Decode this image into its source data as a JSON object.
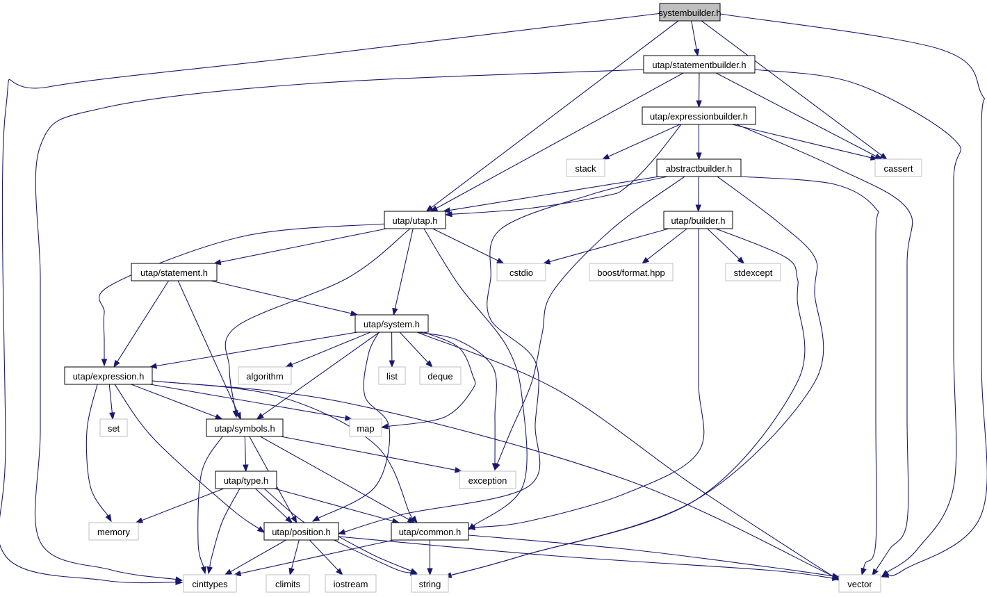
{
  "colors": {
    "edge": "#191970",
    "root_fill": "#bfbfbf",
    "local_border": "#000000",
    "external_border": "#bfbfbf"
  },
  "nodes": [
    {
      "id": "systembuilder",
      "label": "systembuilder.h",
      "kind": "root"
    },
    {
      "id": "statementbuilder",
      "label": "utap/statementbuilder.h",
      "kind": "local"
    },
    {
      "id": "expressionbuilder",
      "label": "utap/expressionbuilder.h",
      "kind": "local"
    },
    {
      "id": "stack",
      "label": "stack",
      "kind": "external"
    },
    {
      "id": "abstractbuilder",
      "label": "abstractbuilder.h",
      "kind": "local"
    },
    {
      "id": "cassert",
      "label": "cassert",
      "kind": "external"
    },
    {
      "id": "utap",
      "label": "utap/utap.h",
      "kind": "local"
    },
    {
      "id": "builder",
      "label": "utap/builder.h",
      "kind": "local"
    },
    {
      "id": "statement",
      "label": "utap/statement.h",
      "kind": "local"
    },
    {
      "id": "cstdio",
      "label": "cstdio",
      "kind": "external"
    },
    {
      "id": "boostformat",
      "label": "boost/format.hpp",
      "kind": "external"
    },
    {
      "id": "stdexcept",
      "label": "stdexcept",
      "kind": "external"
    },
    {
      "id": "system",
      "label": "utap/system.h",
      "kind": "local"
    },
    {
      "id": "expression",
      "label": "utap/expression.h",
      "kind": "local"
    },
    {
      "id": "algorithm",
      "label": "algorithm",
      "kind": "external"
    },
    {
      "id": "list",
      "label": "list",
      "kind": "external"
    },
    {
      "id": "deque",
      "label": "deque",
      "kind": "external"
    },
    {
      "id": "set",
      "label": "set",
      "kind": "external"
    },
    {
      "id": "symbols",
      "label": "utap/symbols.h",
      "kind": "local"
    },
    {
      "id": "map",
      "label": "map",
      "kind": "external"
    },
    {
      "id": "type",
      "label": "utap/type.h",
      "kind": "local"
    },
    {
      "id": "exception",
      "label": "exception",
      "kind": "external"
    },
    {
      "id": "memory",
      "label": "memory",
      "kind": "external"
    },
    {
      "id": "position",
      "label": "utap/position.h",
      "kind": "local"
    },
    {
      "id": "common",
      "label": "utap/common.h",
      "kind": "local"
    },
    {
      "id": "cinttypes",
      "label": "cinttypes",
      "kind": "external"
    },
    {
      "id": "climits",
      "label": "climits",
      "kind": "external"
    },
    {
      "id": "iostream",
      "label": "iostream",
      "kind": "external"
    },
    {
      "id": "string",
      "label": "string",
      "kind": "external"
    },
    {
      "id": "vector",
      "label": "vector",
      "kind": "external"
    }
  ],
  "edges": [
    [
      "systembuilder",
      "statementbuilder"
    ],
    [
      "systembuilder",
      "utap"
    ],
    [
      "systembuilder",
      "cassert"
    ],
    [
      "systembuilder",
      "cinttypes"
    ],
    [
      "systembuilder",
      "vector"
    ],
    [
      "statementbuilder",
      "expressionbuilder"
    ],
    [
      "statementbuilder",
      "utap"
    ],
    [
      "statementbuilder",
      "cassert"
    ],
    [
      "statementbuilder",
      "cinttypes"
    ],
    [
      "statementbuilder",
      "vector"
    ],
    [
      "expressionbuilder",
      "abstractbuilder"
    ],
    [
      "expressionbuilder",
      "stack"
    ],
    [
      "expressionbuilder",
      "utap"
    ],
    [
      "expressionbuilder",
      "cassert"
    ],
    [
      "expressionbuilder",
      "vector"
    ],
    [
      "abstractbuilder",
      "utap"
    ],
    [
      "abstractbuilder",
      "builder"
    ],
    [
      "abstractbuilder",
      "vector"
    ],
    [
      "abstractbuilder",
      "exception"
    ],
    [
      "abstractbuilder",
      "string"
    ],
    [
      "abstractbuilder",
      "position"
    ],
    [
      "builder",
      "cstdio"
    ],
    [
      "builder",
      "boostformat"
    ],
    [
      "builder",
      "stdexcept"
    ],
    [
      "builder",
      "string"
    ],
    [
      "builder",
      "common"
    ],
    [
      "utap",
      "statement"
    ],
    [
      "utap",
      "system"
    ],
    [
      "utap",
      "expression"
    ],
    [
      "utap",
      "symbols"
    ],
    [
      "utap",
      "cstdio"
    ],
    [
      "utap",
      "common"
    ],
    [
      "statement",
      "system"
    ],
    [
      "statement",
      "expression"
    ],
    [
      "statement",
      "symbols"
    ],
    [
      "system",
      "expression"
    ],
    [
      "system",
      "algorithm"
    ],
    [
      "system",
      "list"
    ],
    [
      "system",
      "deque"
    ],
    [
      "system",
      "symbols"
    ],
    [
      "system",
      "map"
    ],
    [
      "system",
      "exception"
    ],
    [
      "system",
      "position"
    ],
    [
      "system",
      "vector"
    ],
    [
      "expression",
      "set"
    ],
    [
      "expression",
      "symbols"
    ],
    [
      "expression",
      "map"
    ],
    [
      "expression",
      "memory"
    ],
    [
      "expression",
      "position"
    ],
    [
      "expression",
      "common"
    ],
    [
      "expression",
      "vector"
    ],
    [
      "symbols",
      "type"
    ],
    [
      "symbols",
      "exception"
    ],
    [
      "symbols",
      "position"
    ],
    [
      "symbols",
      "common"
    ],
    [
      "symbols",
      "cinttypes"
    ],
    [
      "type",
      "memory"
    ],
    [
      "type",
      "position"
    ],
    [
      "type",
      "common"
    ],
    [
      "type",
      "cinttypes"
    ],
    [
      "type",
      "string"
    ],
    [
      "position",
      "cinttypes"
    ],
    [
      "position",
      "climits"
    ],
    [
      "position",
      "iostream"
    ],
    [
      "position",
      "string"
    ],
    [
      "position",
      "vector"
    ],
    [
      "common",
      "cinttypes"
    ],
    [
      "common",
      "string"
    ],
    [
      "common",
      "vector"
    ]
  ]
}
